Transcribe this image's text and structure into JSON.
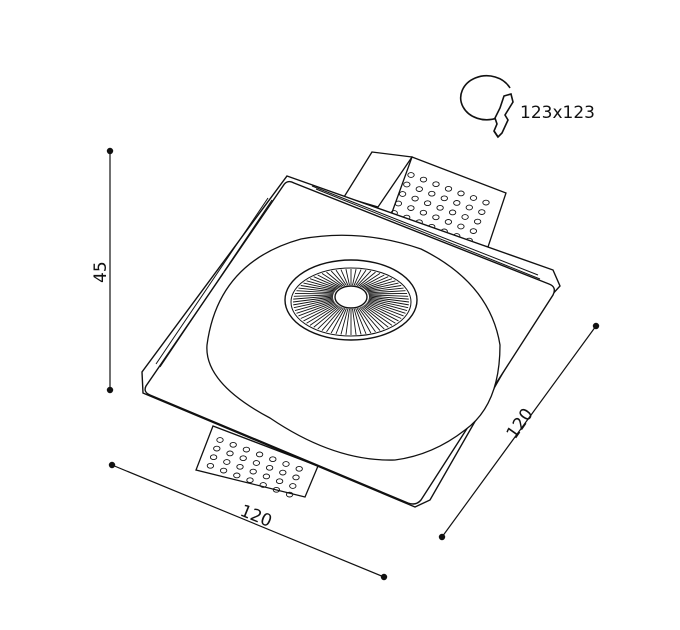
{
  "cutout_label": "123x123",
  "cutout_icon": "ceiling-cutout-saw-icon",
  "dimensions": {
    "height": "45",
    "width_front": "120",
    "width_side": "120"
  },
  "colors": {
    "line": "#111111",
    "fill": "#ffffff"
  }
}
